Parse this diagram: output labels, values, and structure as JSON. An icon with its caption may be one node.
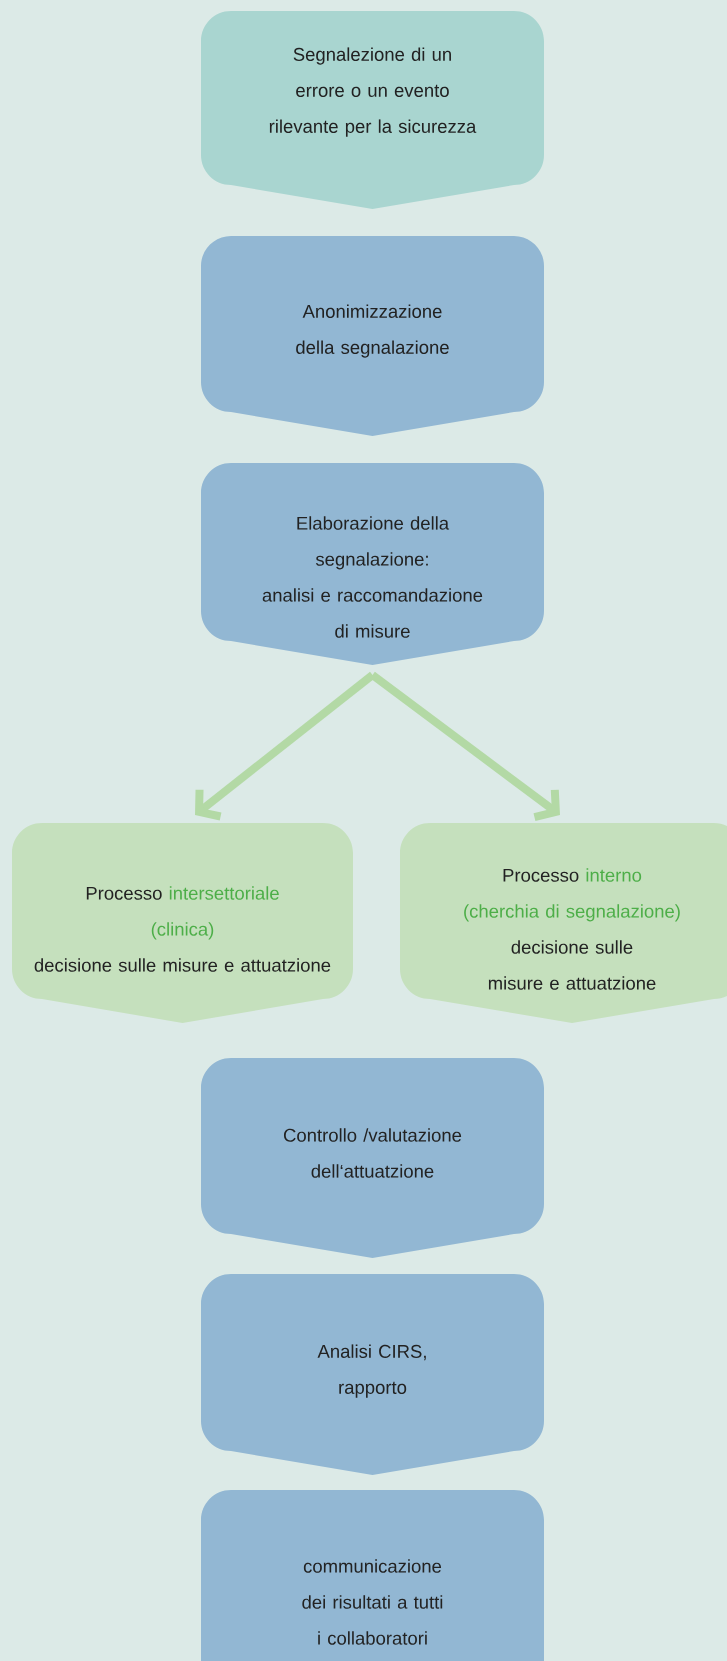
{
  "diagram": {
    "nodes": [
      {
        "text": [
          "Segnalezione di un errore o un evento rilevante per la sicurezza"
        ]
      },
      {
        "text": [
          "Anonimizzazione della segnalazione"
        ]
      },
      {
        "text": [
          "Elaborazione della segnalazione:",
          "analisi e raccomandazione di misure"
        ]
      },
      {
        "text": [
          "Processo",
          "intersettoriale",
          "(clinica)",
          "decisione sulle misure e attuatzione"
        ]
      },
      {
        "text": [
          "Processo",
          "interno",
          "(cherchia di segnalazione)",
          "decisione sulle misure e attuatzione"
        ]
      },
      {
        "text": [
          "Controllo /valutazione dell‘attuatzione"
        ]
      },
      {
        "text": [
          "Analisi CIRS, rapporto"
        ]
      },
      {
        "text": [
          "communicazione dei risultati a tutti i collaboratori"
        ]
      }
    ],
    "edges": [
      {
        "from": 2,
        "to": 3,
        "arrow": "to"
      },
      {
        "from": 2,
        "to": 4,
        "arrow": "to"
      }
    ]
  }
}
